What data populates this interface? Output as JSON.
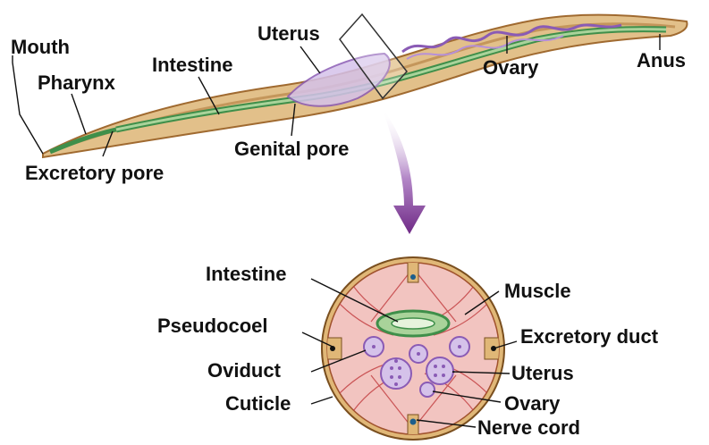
{
  "colors": {
    "body_outer": "#b07a3c",
    "body_inner": "#e2c08a",
    "gut": "#3f8f4a",
    "gut_light": "#a9d39a",
    "reproductive": "#8a5bb5",
    "reproductive_light": "#d5c2ea",
    "arrow": "#7a2e8e",
    "cross_ring": "#e0b777",
    "muscle": "#e9a7a7",
    "muscle_line": "#c0393b"
  },
  "worm_labels": {
    "mouth": "Mouth",
    "pharynx": "Pharynx",
    "intestine": "Intestine",
    "uterus": "Uterus",
    "ovary": "Ovary",
    "anus": "Anus",
    "genital_pore": "Genital pore",
    "excretory_pore": "Excretory pore"
  },
  "section_labels": {
    "intestine": "Intestine",
    "muscle": "Muscle",
    "pseudocoel": "Pseudocoel",
    "excretory_duct": "Excretory duct",
    "oviduct": "Oviduct",
    "uterus": "Uterus",
    "cuticle": "Cuticle",
    "ovary": "Ovary",
    "nerve_cord": "Nerve cord"
  }
}
